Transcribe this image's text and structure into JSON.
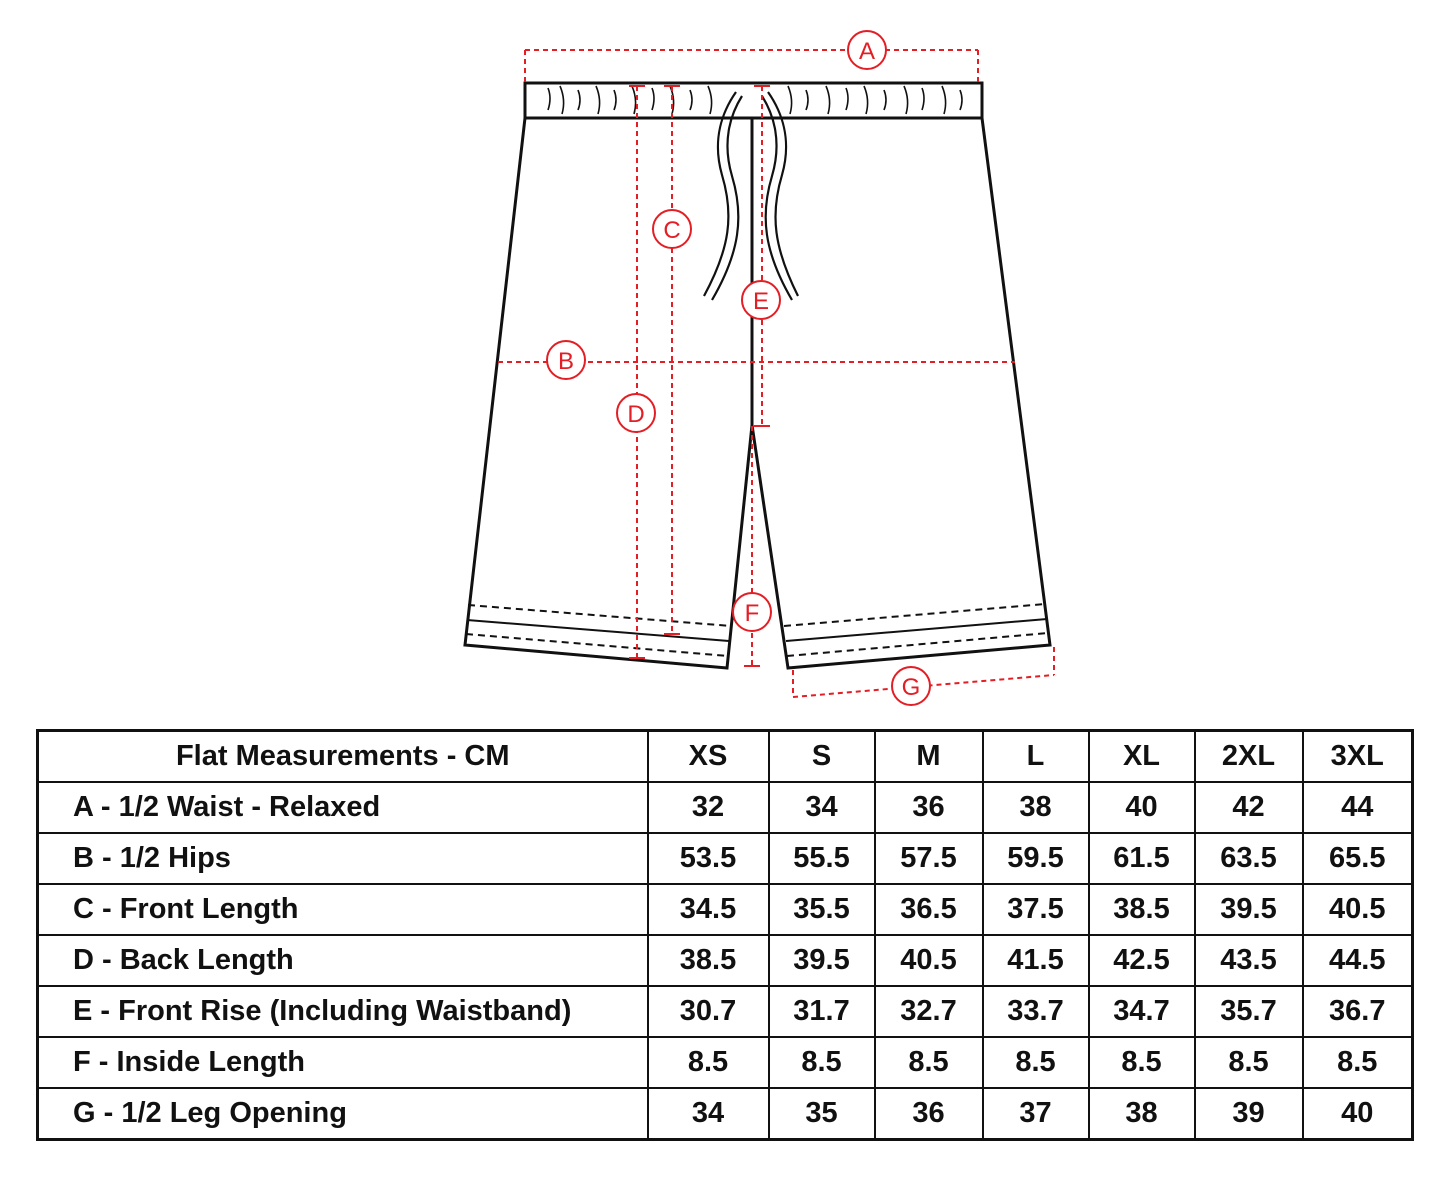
{
  "diagram": {
    "labels": [
      "A",
      "B",
      "C",
      "D",
      "E",
      "F",
      "G"
    ],
    "line_color": "#e31e24",
    "outline_color": "#111111"
  },
  "table": {
    "header": "Flat Measurements - CM",
    "sizes": [
      "XS",
      "S",
      "M",
      "L",
      "XL",
      "2XL",
      "3XL"
    ],
    "rows": [
      {
        "label": "A - 1/2 Waist - Relaxed",
        "values": [
          "32",
          "34",
          "36",
          "38",
          "40",
          "42",
          "44"
        ]
      },
      {
        "label": "B - 1/2 Hips",
        "values": [
          "53.5",
          "55.5",
          "57.5",
          "59.5",
          "61.5",
          "63.5",
          "65.5"
        ]
      },
      {
        "label": "C - Front Length",
        "values": [
          "34.5",
          "35.5",
          "36.5",
          "37.5",
          "38.5",
          "39.5",
          "40.5"
        ]
      },
      {
        "label": "D - Back Length",
        "values": [
          "38.5",
          "39.5",
          "40.5",
          "41.5",
          "42.5",
          "43.5",
          "44.5"
        ]
      },
      {
        "label": "E - Front Rise (Including Waistband)",
        "values": [
          "30.7",
          "31.7",
          "32.7",
          "33.7",
          "34.7",
          "35.7",
          "36.7"
        ]
      },
      {
        "label": "F - Inside Length",
        "values": [
          "8.5",
          "8.5",
          "8.5",
          "8.5",
          "8.5",
          "8.5",
          "8.5"
        ]
      },
      {
        "label": "G - 1/2 Leg Opening",
        "values": [
          "34",
          "35",
          "36",
          "37",
          "38",
          "39",
          "40"
        ]
      }
    ]
  }
}
